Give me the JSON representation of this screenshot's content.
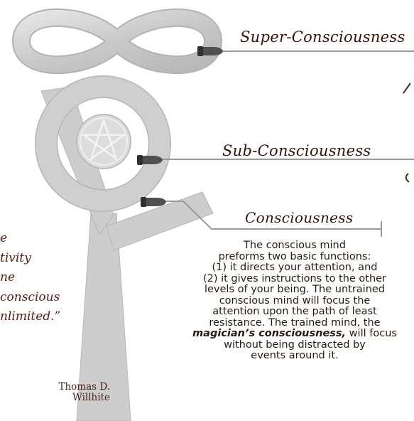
{
  "labels": {
    "super": "Super-Consciousness",
    "sub": "Sub-Consciousness",
    "conscious": "Consciousness"
  },
  "body": {
    "line1": "The conscious mind",
    "line2": "preforms two basic functions:",
    "line3": "(1) it directs your attention, and",
    "line4": "(2) it gives instructions to the other",
    "line5": "levels of your being. The untrained",
    "line6": "conscious mind will focus the",
    "line7": "attention upon the path of least",
    "line8a": "resistance. The trained mind, the",
    "line9_em": "magician’s consciousness,",
    "line9_rest": " will focus",
    "line10": "without being distracted by",
    "line11": "events around it."
  },
  "quote": {
    "lines": [
      "e",
      "tivity",
      "ne",
      "conscious",
      "nlimited.”"
    ],
    "author_first": "Thomas D.",
    "author_last": "Willhite"
  },
  "colors": {
    "symbol": "#cfcfcf",
    "symbol_edge": "#a9a9a9",
    "text": "#3a1208"
  },
  "icons": [
    "infinity-icon",
    "pentagram-icon",
    "pointing-hand-icon"
  ]
}
